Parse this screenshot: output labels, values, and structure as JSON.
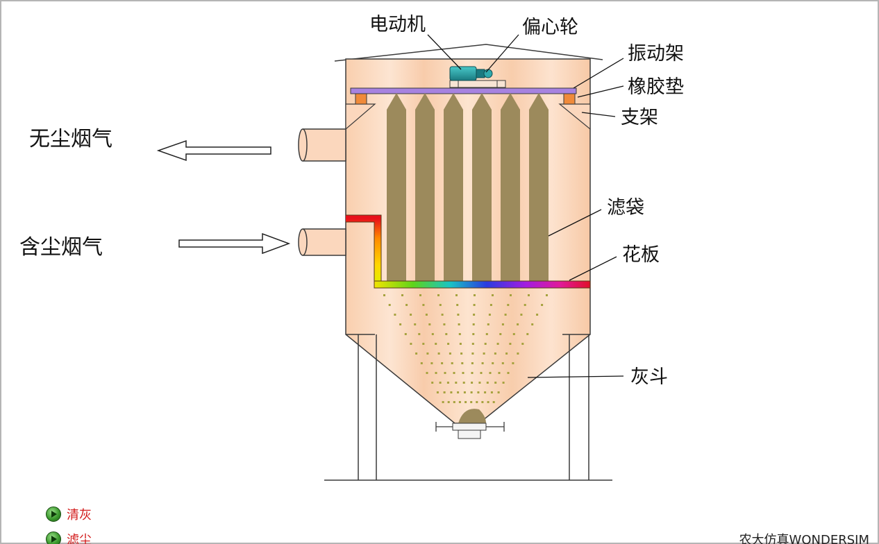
{
  "labels": {
    "motor": "电动机",
    "eccentric": "偏心轮",
    "vibration_frame": "振动架",
    "rubber_pad": "橡胶垫",
    "support": "支架",
    "filter_bag": "滤袋",
    "tube_plate": "花板",
    "ash_hopper": "灰斗",
    "clean_gas": "无尘烟气",
    "dusty_gas": "含尘烟气"
  },
  "controls": {
    "clean_ash": "清灰",
    "filter_dust": "滤尘"
  },
  "footer_text": "农大仿真WONDERSIM",
  "colors": {
    "housing": "#fbd7bd",
    "bag": "#9c8a5c",
    "frame_bar": "#a783e0",
    "rubber": "#f0883a",
    "dust": "#a6a23e",
    "outline": "#3a3a3a"
  }
}
